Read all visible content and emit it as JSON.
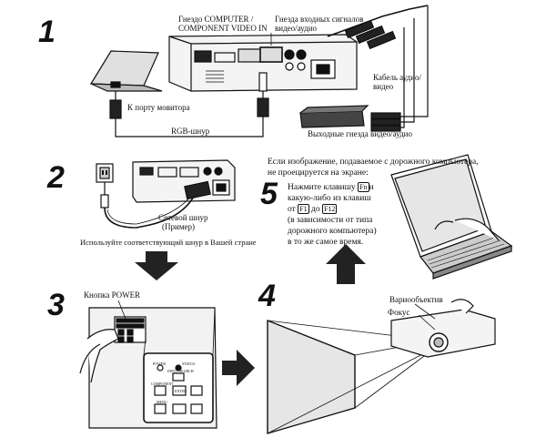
{
  "steps": [
    "1",
    "2",
    "3",
    "4",
    "5"
  ],
  "step1": {
    "computer_jack_line1": "Гнездо COMPUTER /",
    "computer_jack_line2": "COMPONENT VIDEO IN",
    "input_jacks_line1": "Гнезда входных сигналов",
    "input_jacks_line2": "видео/аудио",
    "av_cable_line1": "Кабель аудио/",
    "av_cable_line2": "видео",
    "monitor_port": "К порту мовитора",
    "rgb_cord": "RGB-шнур",
    "av_out": "Выходные гнезда видео/аудио"
  },
  "step2": {
    "power_cord_line1": "Сетевой шнур",
    "power_cord_line2": "(Пример)",
    "country_note": "Используйте соответствующий шнур в Вашей стране"
  },
  "step3": {
    "power_button": "Кнопка POWER",
    "panel_power": "POWER",
    "panel_status": "STATUS",
    "panel_input": "INPUT/SEARCH",
    "panel_component": "COMPONENT",
    "panel_enter": "ENTER",
    "panel_menu": "MENU"
  },
  "step4": {
    "zoom_lens": "Вариообъектив",
    "focus": "Фокус"
  },
  "step5": {
    "intro_line1": "Если изображение, подаваемое с дорожного компьютера,",
    "intro_line2": "не проецируется на экране:",
    "text_line1a": "Нажмите клавишу",
    "key_fn": "Fn",
    "text_line1b": "и",
    "text_line2": "какую-либо из клавиш",
    "text_line3a": "от",
    "key_f1": "F1",
    "text_line3b": "до",
    "key_f12": "F12",
    "text_line4": "(в зависимости от типа",
    "text_line5": "дорожного компьютера)",
    "text_line6": "в то же самое время."
  }
}
